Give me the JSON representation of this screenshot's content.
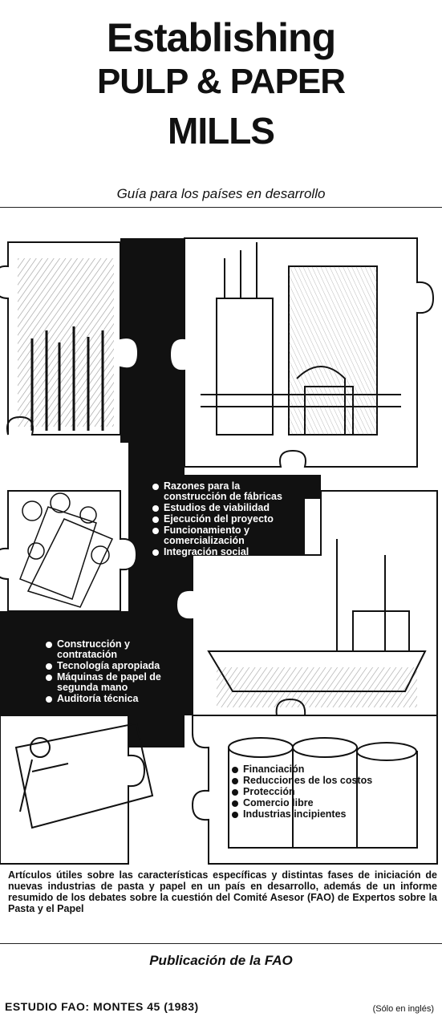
{
  "title": {
    "line1": "Establishing",
    "line2": "PULP & PAPER",
    "line3": "MILLS"
  },
  "subtitle": "Guía para los países en desarrollo",
  "bullets_a": [
    "Razones para la construcción de fábricas",
    "Estudios de viabilidad",
    "Ejecución del proyecto",
    "Funcionamiento y comercialización",
    "Integración social"
  ],
  "bullets_b": [
    "Construcción y contratación",
    "Tecnología apropiada",
    "Máquinas de papel de segunda mano",
    "Auditoría técnica"
  ],
  "bullets_c": [
    "Financiación",
    "Reducciones de los costos",
    "Protección",
    "Comercio libre",
    "Industrias incipientes"
  ],
  "blurb": "Artículos útiles sobre las características específicas y distintas fases de iniciación de nuevas industrias de pasta y papel en un país en desarrollo, además de un informe resumido de los debates sobre la cuestión del Comité Asesor (FAO) de Expertos sobre la Pasta y el Papel",
  "publisher": "Publicación de la FAO",
  "series": "ESTUDIO FAO: MONTES 45 (1983)",
  "language_note": "(Sólo en inglés)",
  "colors": {
    "ink": "#111111",
    "paper": "#ffffff"
  }
}
